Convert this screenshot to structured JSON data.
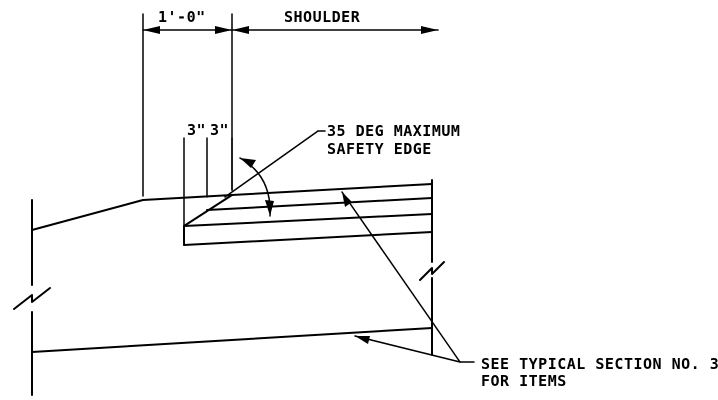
{
  "dimensions": {
    "one_foot": "1'-0\"",
    "shoulder": "SHOULDER",
    "three_inch_left": "3\"",
    "three_inch_right": "3\""
  },
  "notes": {
    "safety_edge_line1": "35 DEG MAXIMUM",
    "safety_edge_line2": "SAFETY EDGE",
    "typical_section_line1": "SEE TYPICAL SECTION NO. 3",
    "typical_section_line2": "FOR ITEMS"
  }
}
